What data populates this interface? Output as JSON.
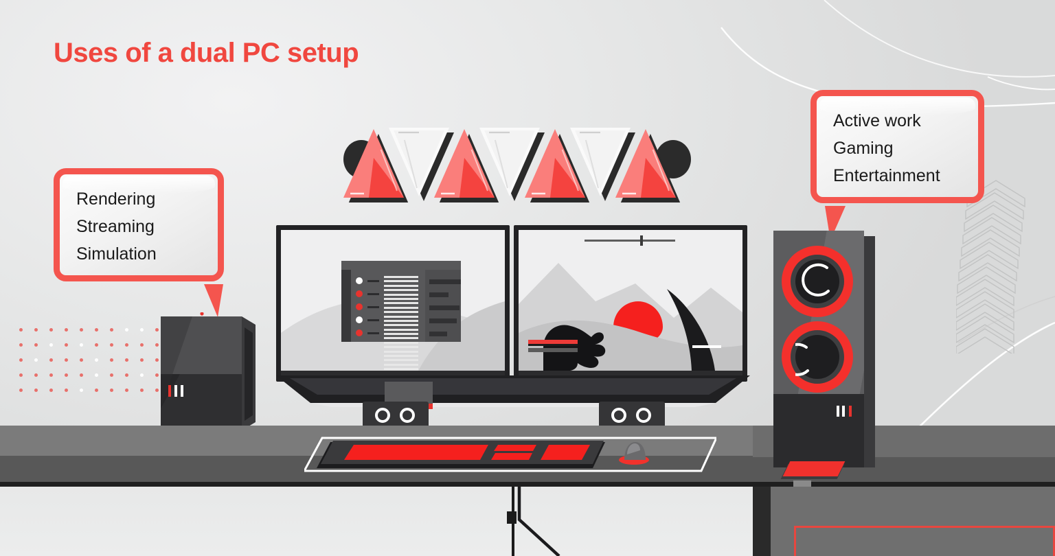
{
  "title": "Uses of a dual PC setup",
  "colors": {
    "accent_red": "#F0473F",
    "bright_red": "#F5201E",
    "bubble_border": "#F4554E",
    "dark": "#222224",
    "desk_gray": "#7b7b7b",
    "wall_light": "#f2f2f3",
    "wall_dark": "#d9dada"
  },
  "callouts": {
    "left": {
      "name": "rendering-callout",
      "lines": [
        "Rendering",
        "Streaming",
        "Simulation"
      ],
      "tail": "bottom-right"
    },
    "right": {
      "name": "active-work-callout",
      "lines": [
        "Active work",
        "Gaming",
        "Entertainment"
      ],
      "tail": "bottom-left"
    }
  },
  "scene": {
    "wall_panels": {
      "label": "triangular-led-wall-panels",
      "count": 7,
      "colors": [
        "red",
        "white",
        "red",
        "white",
        "red",
        "white",
        "red"
      ],
      "orientations": [
        "up",
        "down",
        "up",
        "down",
        "up",
        "down",
        "up"
      ]
    },
    "pc_tower": {
      "label": "pc-tower",
      "led_colors": [
        "#E8332E",
        "#ffffff",
        "#ffffff"
      ],
      "power_led": "#E8332E"
    },
    "monitors": {
      "label": "dual-monitor-setup",
      "count": 2,
      "left_screen": {
        "label": "code-editor-screen",
        "sidebar_dots": [
          "#ffffff",
          "#E8332E",
          "#E8332E",
          "#ffffff",
          "#E8332E"
        ],
        "code_line_count": 22,
        "panel_bar_widths": [
          46,
          28,
          44,
          40,
          26
        ]
      },
      "right_screen": {
        "label": "game-screen",
        "sun_color": "#F5201E",
        "health_bar_color": "#ED3B38",
        "stamina_bar_color": "#5b5b5b"
      },
      "stand_led": "#E8332E"
    },
    "desktop_speakers": {
      "label": "desktop-speaker",
      "count": 2,
      "drivers_each": 2
    },
    "keyboard": {
      "label": "rgb-gaming-keyboard",
      "key_color": "#F5201E",
      "mouse_glow": "#F5201E"
    },
    "tower_speaker": {
      "label": "floor-standing-speaker",
      "driver_count": 2,
      "ring_color": "#F4302C",
      "led_colors": [
        "#ffffff",
        "#ffffff",
        "#E8332E"
      ],
      "pad_color": "#F0312D"
    },
    "desk": {
      "label": "desk",
      "surface_color": "#7b7b7b"
    },
    "cabinet": {
      "label": "desk-cabinet",
      "outline_color": "#E8463F"
    },
    "decor": {
      "dot_grid": {
        "label": "dot-grid-decoration",
        "rows": 5,
        "cols": 10,
        "colors": [
          "#E8706B",
          "#ffffff"
        ]
      },
      "chevrons": {
        "label": "chevron-pattern-decoration",
        "count": 13
      },
      "swooshes": {
        "label": "background-swoosh-lines",
        "count": 3
      }
    }
  }
}
